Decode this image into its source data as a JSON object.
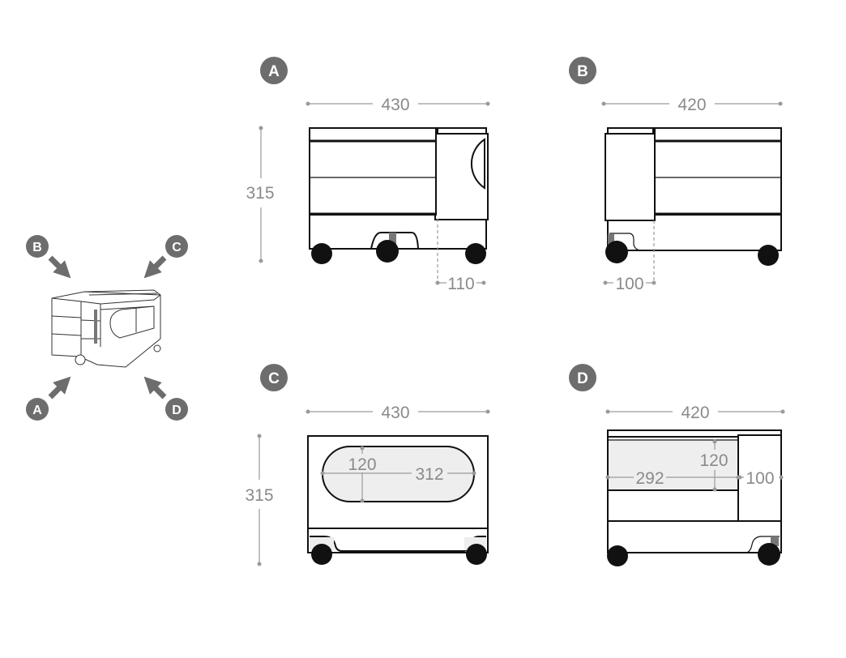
{
  "colors": {
    "badge": "#6d6d6d",
    "dimension_text": "#8a8a8a",
    "panel_fill": "#eeeeee",
    "outline": "#111111"
  },
  "overview": {
    "badges": [
      "B",
      "C",
      "A",
      "D"
    ]
  },
  "view_a": {
    "badge": "A",
    "width": "430",
    "height": "315",
    "offset": "110"
  },
  "view_b": {
    "badge": "B",
    "width": "420",
    "offset": "100"
  },
  "view_c": {
    "badge": "C",
    "width": "430",
    "height": "315",
    "opening_height": "120",
    "opening_width": "312"
  },
  "view_d": {
    "badge": "D",
    "width": "420",
    "drawer_width": "292",
    "drawer_height": "120",
    "side_width": "100"
  }
}
